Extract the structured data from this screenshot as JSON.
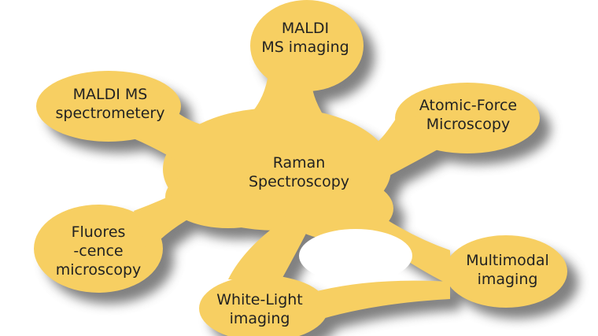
{
  "colors": {
    "fill": "#f7cf62",
    "shadow": "#6a6a6a",
    "text": "#222222"
  },
  "center": {
    "lines": [
      "Raman",
      "Spectroscopy"
    ]
  },
  "satellites": [
    {
      "id": "maldi-imaging",
      "lines": [
        "MALDI",
        "MS imaging"
      ]
    },
    {
      "id": "maldi-spectrometry",
      "lines": [
        "MALDI MS",
        "spectrometery"
      ]
    },
    {
      "id": "afm",
      "lines": [
        "Atomic-Force",
        "Microscopy"
      ]
    },
    {
      "id": "fluorescence",
      "lines": [
        "Fluores",
        "-cence",
        "microscopy"
      ]
    },
    {
      "id": "multimodal",
      "lines": [
        "Multimodal",
        "imaging"
      ]
    },
    {
      "id": "white-light",
      "lines": [
        "White-Light",
        "imaging"
      ]
    }
  ]
}
